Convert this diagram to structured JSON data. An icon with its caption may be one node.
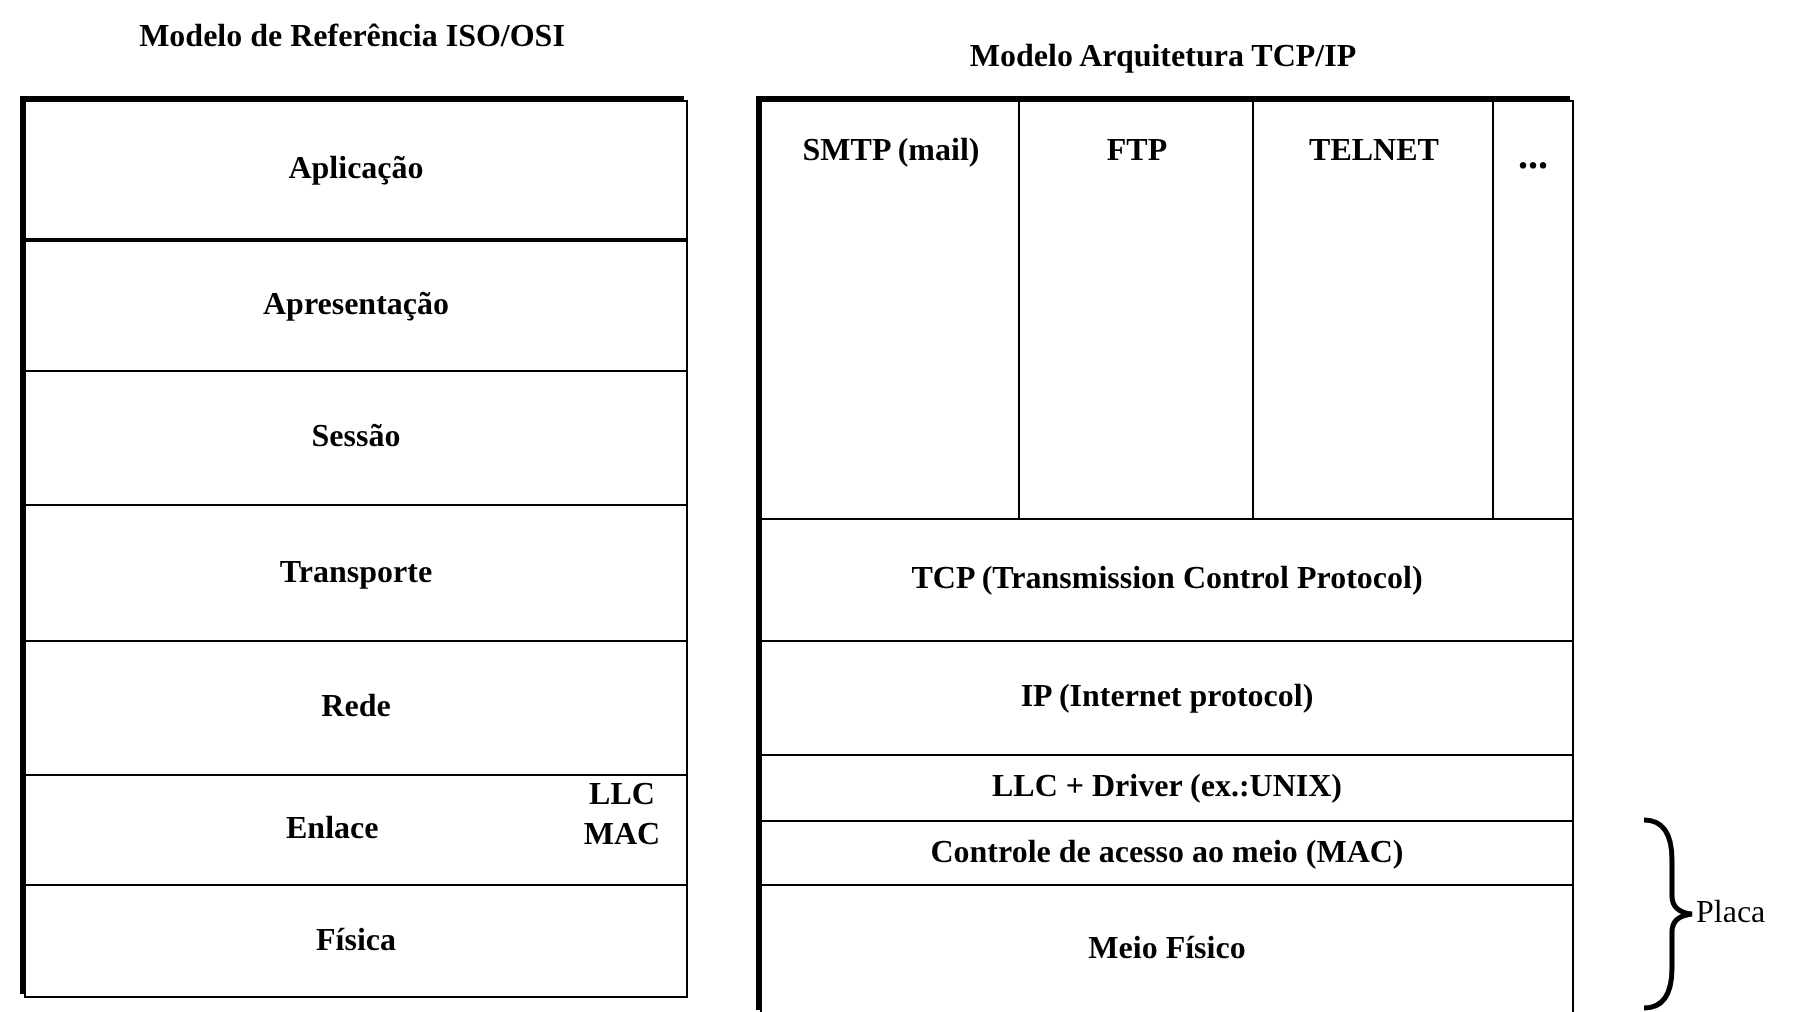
{
  "diagram": {
    "nodes": [
      {
        "text": [
          "Modelo de Referência ISO/OSI"
        ]
      },
      {
        "text": [
          "Aplicação"
        ],
        "in": 0
      },
      {
        "text": [
          "Apresentação"
        ],
        "in": 0
      },
      {
        "text": [
          "Sessão"
        ],
        "in": 0
      },
      {
        "text": [
          "Transporte"
        ],
        "in": 0
      },
      {
        "text": [
          "Rede"
        ],
        "in": 0
      },
      {
        "text": [
          "Enlace",
          "LLC MAC"
        ],
        "in": 0
      },
      {
        "text": [
          "Física"
        ],
        "in": 0
      },
      {
        "text": [
          "Modelo Arquitetura TCP/IP"
        ]
      },
      {
        "text": [
          "SMTP (mail)"
        ],
        "in": 8
      },
      {
        "text": [
          "FTP"
        ],
        "in": 8
      },
      {
        "text": [
          "TELNET"
        ],
        "in": 8
      },
      {
        "text": [
          "..."
        ],
        "in": 8
      },
      {
        "text": [
          "TCP (Transmission Control Protocol)"
        ],
        "in": 8
      },
      {
        "text": [
          "IP (Internet protocol)"
        ],
        "in": 8
      },
      {
        "text": [
          "LLC + Driver (ex.:UNIX)"
        ],
        "in": 8
      },
      {
        "text": [
          "Controle de acesso ao meio (MAC)"
        ],
        "in": 8
      },
      {
        "text": [
          "Meio Físico"
        ],
        "in": 8
      }
    ],
    "labels": [
      "Placa"
    ]
  }
}
